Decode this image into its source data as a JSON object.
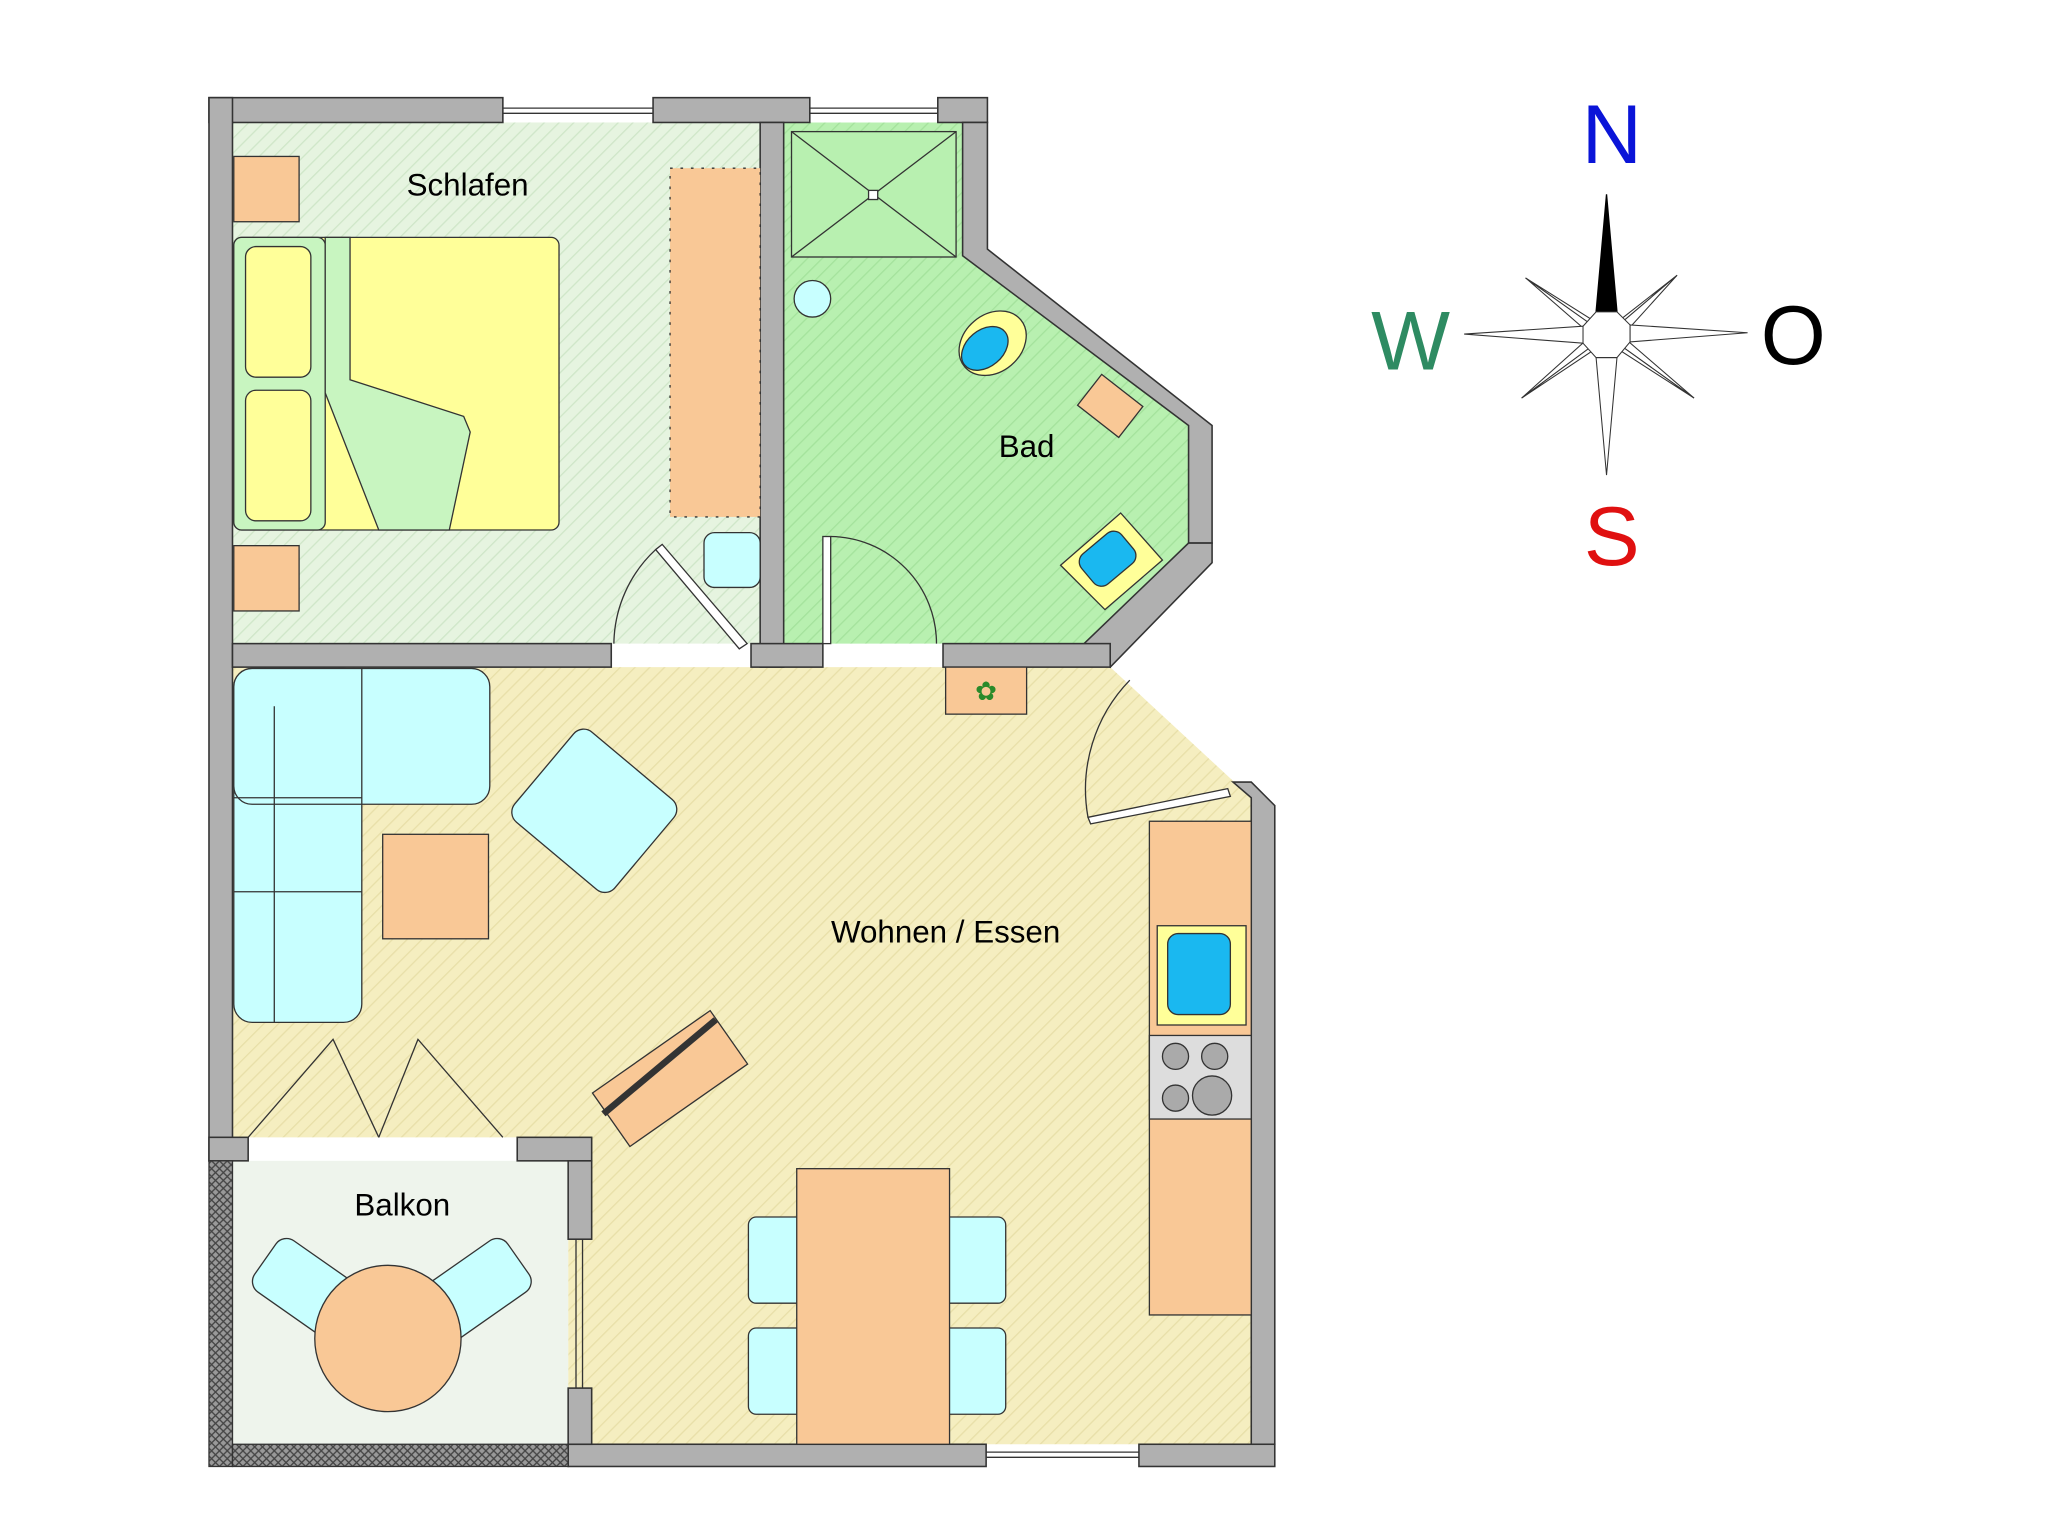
{
  "rooms": {
    "schlafen": "Schlafen",
    "bad": "Bad",
    "wohnen": "Wohnen / Essen",
    "balkon": "Balkon"
  },
  "compass": {
    "north": "N",
    "south": "S",
    "west": "W",
    "east": "O",
    "colors": {
      "north": "#0a14d8",
      "south": "#e01010",
      "west": "#2e8b62",
      "east": "#000000"
    }
  },
  "colors": {
    "wall": "#b0b0b0",
    "schlafen_floor": "#e6f4e0",
    "bad_floor": "#b8f0b0",
    "wohnen_floor": "#f5eec0",
    "balkon_floor": "#eef4ec",
    "furniture_wood": "#f9c896",
    "upholstery": "#c8ffff",
    "bed": "#ffff99"
  }
}
